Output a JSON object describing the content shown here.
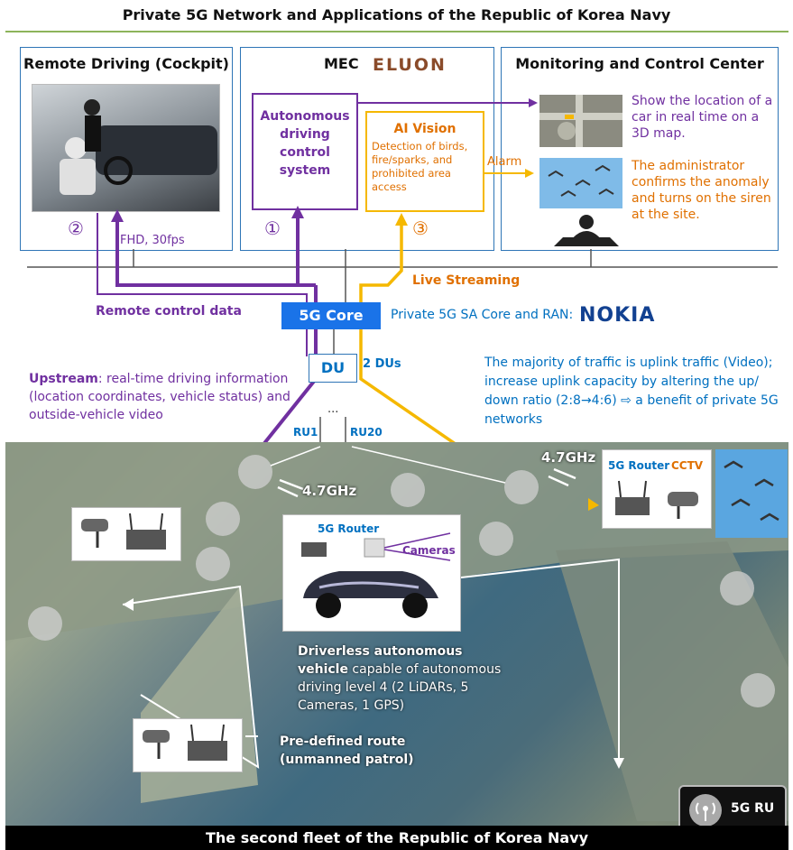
{
  "title": "Private 5G Network and Applications of the Republic of Korea Navy",
  "footer": "The second fleet of the Republic of Korea Navy",
  "remote_driving": {
    "title": "Remote Driving (Cockpit)",
    "step": "②",
    "spec": "FHD, 30fps"
  },
  "mec": {
    "title": "MEC",
    "vendor_logo": "ELUON",
    "autonomous": {
      "label": "Autonomous driving control system",
      "step": "①"
    },
    "ai_vision": {
      "title": "AI Vision",
      "desc": "Detection of birds, fire/sparks, and prohibited area access",
      "step": "③"
    }
  },
  "monitoring": {
    "title": "Monitoring and Control Center",
    "item1": "Show the location of a car in real time on a 3D map.",
    "item2": "The administrator confirms the anomaly and turns on the siren at the site."
  },
  "alarm": "Alarm",
  "live_streaming": "Live Streaming",
  "remote_control": "Remote control data",
  "core": {
    "label": "5G Core",
    "desc": "Private 5G SA Core and RAN:",
    "vendor_logo": "NOKIA"
  },
  "du": {
    "label": "DU",
    "count": "2 DUs",
    "dots": "...",
    "ru1": "RU1",
    "ru20": "RU20"
  },
  "upstream": {
    "bold": "Upstream",
    "text": ": real-time driving information (location coordinates, vehicle status) and outside-vehicle video"
  },
  "uplink_note": "The majority of traffic is uplink traffic (Video); increase uplink capacity by altering the up/ down ratio (2:8→4:6) ⇨ a benefit of private 5G networks",
  "freq1": "4.7GHz",
  "freq2": "4.7GHz",
  "router_cctv": {
    "router": "5G Router",
    "cctv": "CCTV"
  },
  "vehicle_box": {
    "router": "5G Router",
    "cameras": "Cameras"
  },
  "vehicle": {
    "bold": "Driverless autonomous vehicle",
    "text": " capable of autonomous driving level 4 (2 LiDARs, 5 Cameras, 1 GPS)"
  },
  "route": "Pre-defined route (unmanned patrol)",
  "legend": "5G RU",
  "colors": {
    "purple": "#7030a0",
    "orange": "#e07000",
    "yellow": "#f5b800",
    "blue": "#0070c0",
    "core_blue": "#1a73e8"
  }
}
